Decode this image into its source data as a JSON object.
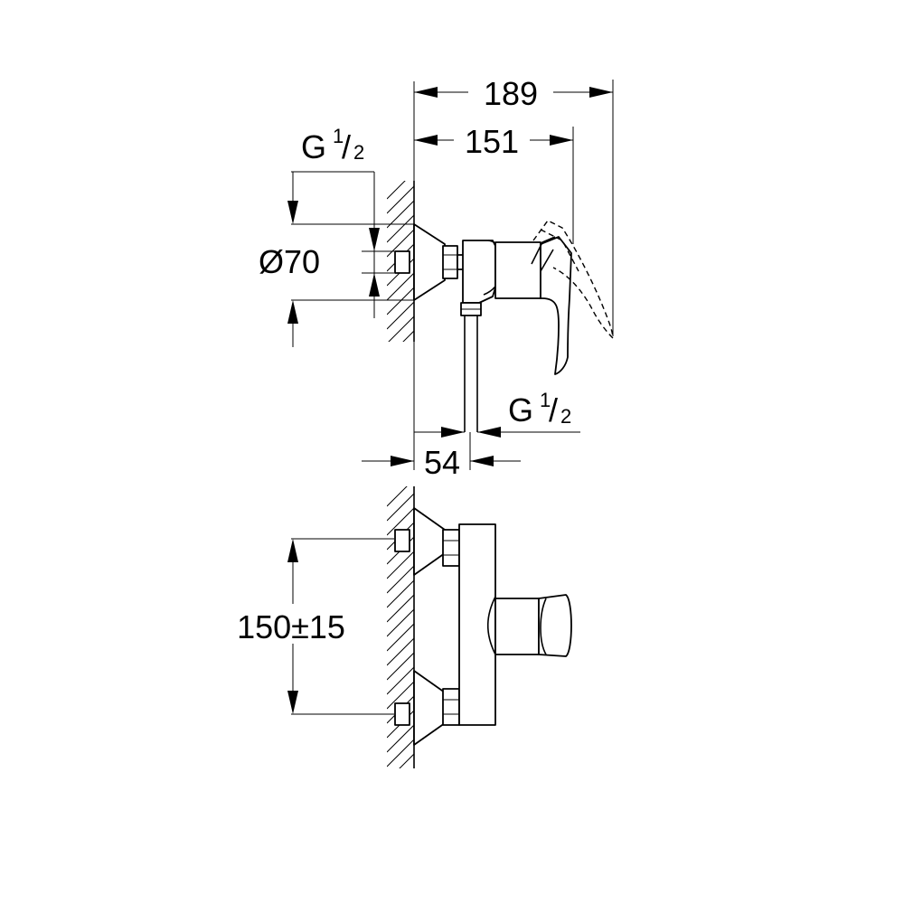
{
  "dimensions": {
    "overall_depth": "189",
    "handle_depth": "151",
    "inlet_thread_top": {
      "prefix": "G ",
      "num": "1",
      "slash": "/",
      "den": "2"
    },
    "rosette_diameter": "Ø70",
    "outlet_thread": {
      "prefix": "G ",
      "num": "1",
      "slash": "/",
      "den": "2"
    },
    "outlet_offset": "54",
    "inlet_spacing": "150±15"
  },
  "colors": {
    "line": "#000000",
    "background": "#ffffff"
  }
}
